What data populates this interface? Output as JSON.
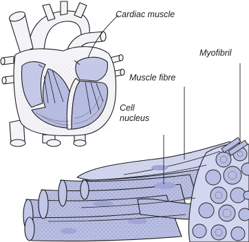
{
  "labels": {
    "cardiac_muscle": "Cardiac muscle",
    "myofibril": "Myofibril",
    "muscle_fibre": "Muscle fibre",
    "cell_nucleus_line1": "Cell",
    "cell_nucleus_line2": "nucleus"
  },
  "colors": {
    "fill": "#b8bde3",
    "fill_dark": "#8f96cf",
    "fill_light": "#d3d6f0",
    "stroke": "#1a1a1a",
    "white": "#f4f4f8"
  }
}
